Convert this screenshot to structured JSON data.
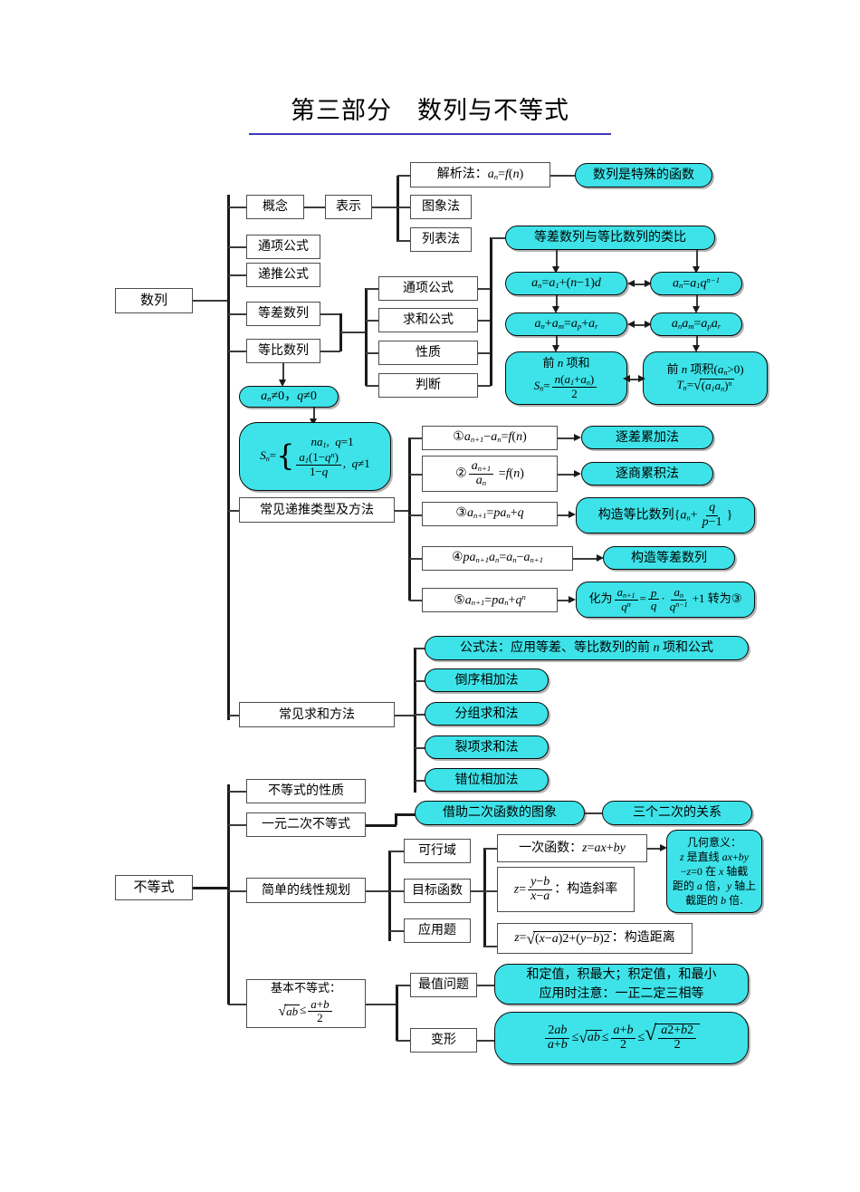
{
  "page": {
    "title": "第三部分　数列与不等式",
    "accent_underline": "#3b3bbb",
    "pill_fill": "#3de3e8",
    "rect_border": "#4d4d4d"
  },
  "sequence_branch": {
    "root": "数列",
    "children": [
      {
        "label": "概念"
      },
      {
        "label": "通项公式"
      },
      {
        "label": "递推公式"
      },
      {
        "label": "等差数列"
      },
      {
        "label": "等比数列"
      }
    ],
    "representation": {
      "label": "表示",
      "items": [
        "解析法：a_n=f(n)",
        "图象法",
        "列表法"
      ],
      "note": "数列是特殊的函数"
    },
    "common_attrs": [
      "通项公式",
      "求和公式",
      "性质",
      "判断"
    ],
    "geometric_condition": "a_n≠0, q≠0",
    "analogy": {
      "header": "等差数列与等比数列的类比",
      "left": [
        "a_n=a_1+(n-1)d",
        "a_n+a_m=a_p+a_r",
        "前 n 项和 S_n=n(a_1+a_n)/2"
      ],
      "right": [
        "a_n=a_1q^(n-1)",
        "a_na_m=a_pa_r",
        "前 n 项积(a_n>0) T_n=√((a_1a_n)^n)"
      ]
    },
    "geo_sum_formula": "S_n={ na_1, q=1 ; a_1(1-q^n)/(1-q), q≠1 }",
    "recursion": {
      "label": "常见递推类型及方法",
      "types": [
        {
          "id": "①",
          "expr": "①a_(n+1)-a_n=f(n)",
          "method": "逐差累加法"
        },
        {
          "id": "②",
          "expr": "②a_(n+1)/a_n=f(n)",
          "method": "逐商累积法"
        },
        {
          "id": "③",
          "expr": "③a_(n+1)=pa_n+q",
          "method": "构造等比数列{a_n+q/(p-1)}"
        },
        {
          "id": "④",
          "expr": "④pa_(n+1)a_n=a_n-a_(n+1)",
          "method": "构造等差数列"
        },
        {
          "id": "⑤",
          "expr": "⑤a_(n+1)=pa_n+q^n",
          "method": "化为 a_(n+1)/q^n = p/q · a_n/q^(n-1) +1 转为③"
        }
      ]
    },
    "summation": {
      "label": "常见求和方法",
      "methods": [
        "公式法：应用等差、等比数列的前 n 项和公式",
        "倒序相加法",
        "分组求和法",
        "裂项求和法",
        "错位相加法"
      ]
    }
  },
  "inequality_branch": {
    "root": "不等式",
    "children": [
      "不等式的性质",
      "一元二次不等式",
      "简单的线性规划",
      "基本不等式：√(ab)≤(a+b)/2"
    ],
    "quadratic": {
      "aid": "借助二次函数的图象",
      "relation": "三个二次的关系"
    },
    "linear_programming": {
      "items": [
        "可行域",
        "目标函数",
        "应用题"
      ],
      "objectives": [
        "一次函数：z=ax+by",
        "z=(y-b)/(x-a)：构造斜率",
        "z=√((x-a)2+(y-b)2)：构造距离"
      ],
      "geometric_meaning": "几何意义： z 是直线 ax+by-z=0 在 x 轴截距的 a 倍，y 轴上截距的 b 倍."
    },
    "basic_inequality": {
      "label": "基本不等式：",
      "items": [
        "最值问题",
        "变形"
      ],
      "max_min": "和定值，积最大；积定值，和最小 应用时注意：一正二定三相等",
      "transform": "2ab/(a+b) ≤ √(ab) ≤ (a+b)/2 ≤ √((a2+b2)/2)"
    }
  }
}
